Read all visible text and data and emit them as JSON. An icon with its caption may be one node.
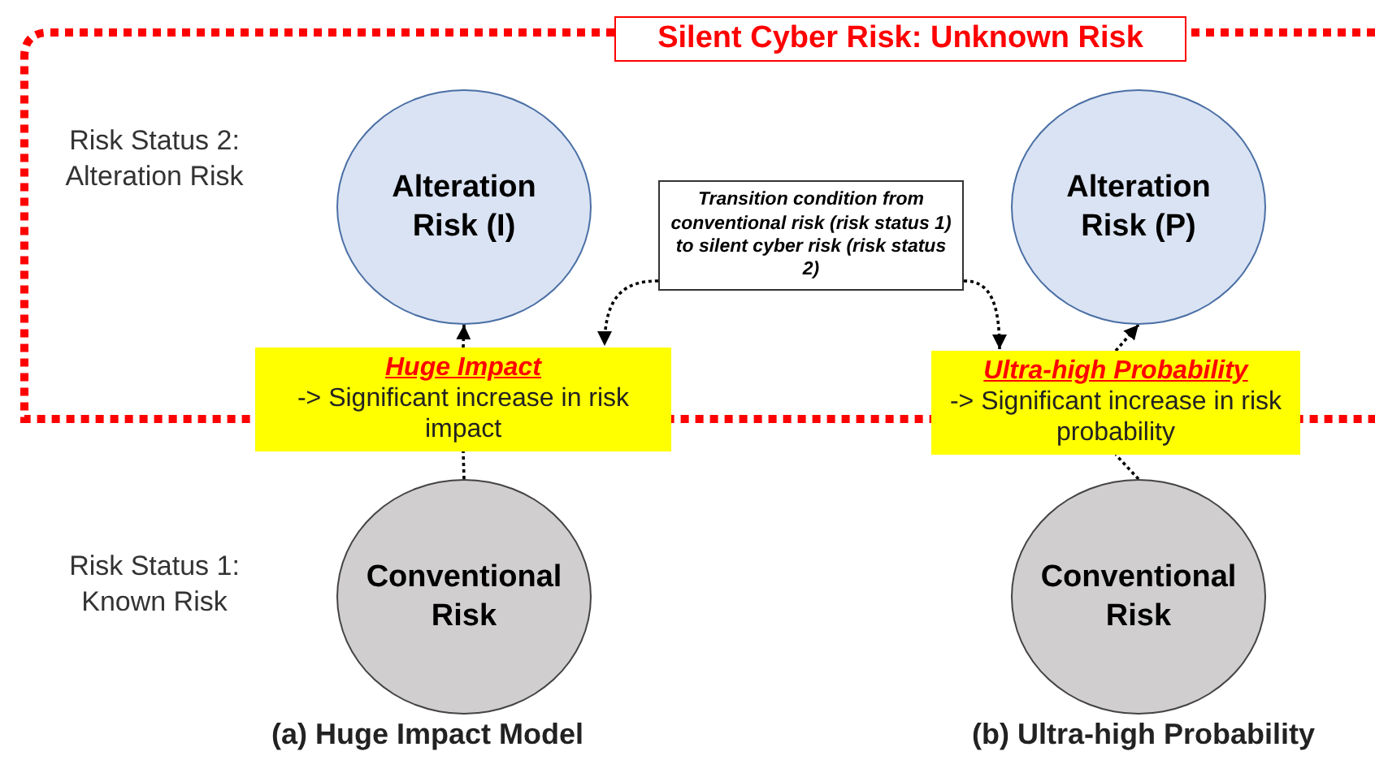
{
  "diagram": {
    "nodes": [
      {
        "text": [
          "Silent Cyber Risk: Unknown Risk"
        ]
      },
      {
        "text": [
          "Alteration Risk (I)"
        ],
        "in": 0
      },
      {
        "text": [
          "Alteration Risk (P)"
        ],
        "in": 0
      },
      {
        "text": [
          "Transition condition from conventional risk (risk status 1) to silent cyber risk (risk status 2)"
        ],
        "in": 0
      },
      {
        "text": [
          "Huge Impact",
          "-> Significant increase in risk impact"
        ]
      },
      {
        "text": [
          "Ultra-high Probability",
          "-> Significant increase in risk probability"
        ]
      },
      {
        "text": [
          "Conventional Risk"
        ]
      },
      {
        "text": [
          "Conventional Risk"
        ]
      }
    ],
    "edges": [
      {
        "from": 6,
        "to": 4,
        "arrow": "none",
        "style": "dashed"
      },
      {
        "from": 4,
        "to": 1,
        "arrow": "to",
        "style": "dashed"
      },
      {
        "from": 7,
        "to": 5,
        "arrow": "none",
        "style": "dashed"
      },
      {
        "from": 5,
        "to": 2,
        "arrow": "to",
        "style": "dashed"
      },
      {
        "from": 3,
        "to": 4,
        "arrow": "to",
        "style": "dashed"
      },
      {
        "from": 3,
        "to": 5,
        "arrow": "to",
        "style": "dashed"
      }
    ],
    "labels": [
      "Risk Status 2: Alteration Risk",
      "Risk Status 1: Known Risk",
      "(a) Huge Impact Model",
      "(b) Ultra-high Probability"
    ]
  }
}
